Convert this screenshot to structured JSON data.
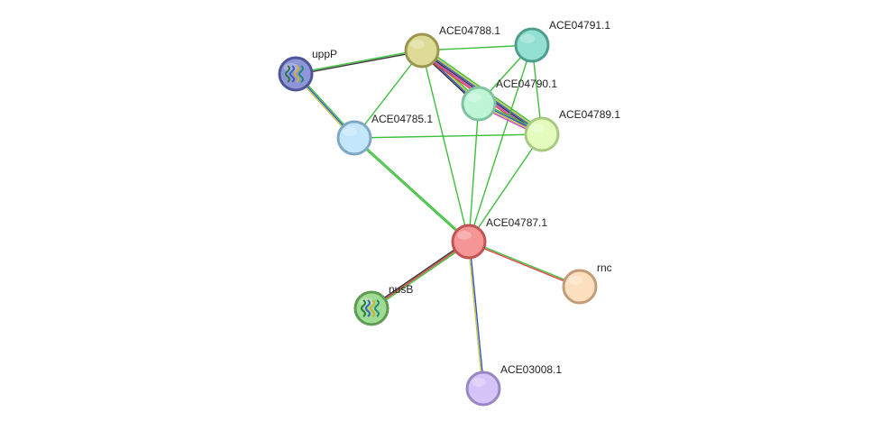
{
  "nodes": [
    {
      "id": "uppP",
      "label": "uppP",
      "fill": "#8f96d8",
      "stroke": "#4f5596",
      "icon": "protein-structure-icon"
    },
    {
      "id": "ACE04788.1",
      "label": "ACE04788.1",
      "fill": "#dedb96",
      "stroke": "#9a9650",
      "icon": ""
    },
    {
      "id": "ACE04791.1",
      "label": "ACE04791.1",
      "fill": "#93e0d2",
      "stroke": "#4e9e90",
      "icon": ""
    },
    {
      "id": "ACE04790.1",
      "label": "ACE04790.1",
      "fill": "#bdf5d6",
      "stroke": "#80c29f",
      "icon": ""
    },
    {
      "id": "ACE04789.1",
      "label": "ACE04789.1",
      "fill": "#e3fcbe",
      "stroke": "#a8c981",
      "icon": ""
    },
    {
      "id": "ACE04785.1",
      "label": "ACE04785.1",
      "fill": "#c3e6fa",
      "stroke": "#7fa8c6",
      "icon": ""
    },
    {
      "id": "ACE04787.1",
      "label": "ACE04787.1",
      "fill": "#f69595",
      "stroke": "#c05353",
      "icon": ""
    },
    {
      "id": "nusB",
      "label": "nusB",
      "fill": "#9edb93",
      "stroke": "#5d9c53",
      "icon": "protein-structure-icon"
    },
    {
      "id": "rnc",
      "label": "rnc",
      "fill": "#fcdfbe",
      "stroke": "#c39c78",
      "icon": ""
    },
    {
      "id": "ACE03008.1",
      "label": "ACE03008.1",
      "fill": "#d6c3f7",
      "stroke": "#9a86c2",
      "icon": ""
    }
  ],
  "edges": [
    {
      "source": "uppP",
      "target": "ACE04788.1",
      "colors": [
        "#3dbf3d",
        "#333333"
      ]
    },
    {
      "source": "uppP",
      "target": "ACE04785.1",
      "colors": [
        "#3dbf3d",
        "#3355cc",
        "#c8c83a"
      ]
    },
    {
      "source": "ACE04788.1",
      "target": "ACE04791.1",
      "colors": [
        "#3dbf3d"
      ]
    },
    {
      "source": "ACE04788.1",
      "target": "ACE04790.1",
      "colors": [
        "#3dbf3d",
        "#c8c83a",
        "#3355cc",
        "#333333"
      ]
    },
    {
      "source": "ACE04788.1",
      "target": "ACE04789.1",
      "colors": [
        "#3dbf3d",
        "#c8c83a",
        "#3355cc",
        "#333333",
        "#cc44cc",
        "#e04040"
      ]
    },
    {
      "source": "ACE04788.1",
      "target": "ACE04785.1",
      "colors": [
        "#3dbf3d"
      ]
    },
    {
      "source": "ACE04788.1",
      "target": "ACE04787.1",
      "colors": [
        "#3dbf3d"
      ]
    },
    {
      "source": "ACE04791.1",
      "target": "ACE04790.1",
      "colors": [
        "#3dbf3d"
      ]
    },
    {
      "source": "ACE04791.1",
      "target": "ACE04789.1",
      "colors": [
        "#3dbf3d"
      ]
    },
    {
      "source": "ACE04791.1",
      "target": "ACE04787.1",
      "colors": [
        "#3dbf3d"
      ]
    },
    {
      "source": "ACE04790.1",
      "target": "ACE04789.1",
      "colors": [
        "#3dbf3d",
        "#3355cc",
        "#c8c83a",
        "#cc44cc"
      ]
    },
    {
      "source": "ACE04790.1",
      "target": "ACE04787.1",
      "colors": [
        "#3dbf3d"
      ]
    },
    {
      "source": "ACE04789.1",
      "target": "ACE04785.1",
      "colors": [
        "#3dbf3d"
      ]
    },
    {
      "source": "ACE04789.1",
      "target": "ACE04787.1",
      "colors": [
        "#3dbf3d"
      ]
    },
    {
      "source": "ACE04785.1",
      "target": "ACE04787.1",
      "colors": [
        "#3dbf3d",
        "#3dbf3d"
      ]
    },
    {
      "source": "ACE04787.1",
      "target": "nusB",
      "colors": [
        "#3dbf3d",
        "#e04040",
        "#333333"
      ]
    },
    {
      "source": "ACE04787.1",
      "target": "rnc",
      "colors": [
        "#3dbf3d",
        "#e04040"
      ]
    },
    {
      "source": "ACE04787.1",
      "target": "ACE03008.1",
      "colors": [
        "#3355cc",
        "#c8c83a"
      ]
    }
  ]
}
